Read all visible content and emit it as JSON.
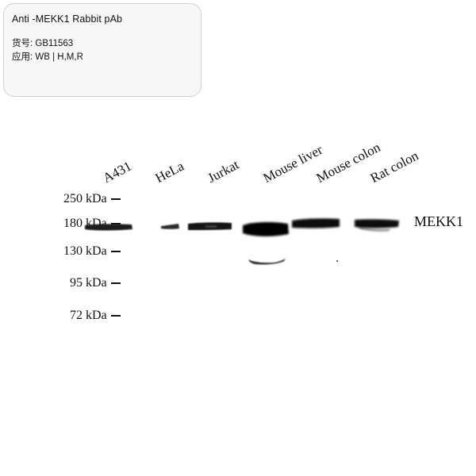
{
  "card": {
    "title": "Anti -MEKK1 Rabbit pAb",
    "catalog_label": "货号:",
    "catalog_value": "GB11563",
    "application_label": "应用:",
    "application_value": "WB | H,M,R"
  },
  "blot": {
    "lanes": [
      "A431",
      "HeLa",
      "Jurkat",
      "Mouse liver",
      "Mouse colon",
      "Rat colon"
    ],
    "markers": [
      "250 kDa",
      "180 kDa",
      "130 kDa",
      "95 kDa",
      "72 kDa"
    ],
    "target": "MEKK1"
  }
}
